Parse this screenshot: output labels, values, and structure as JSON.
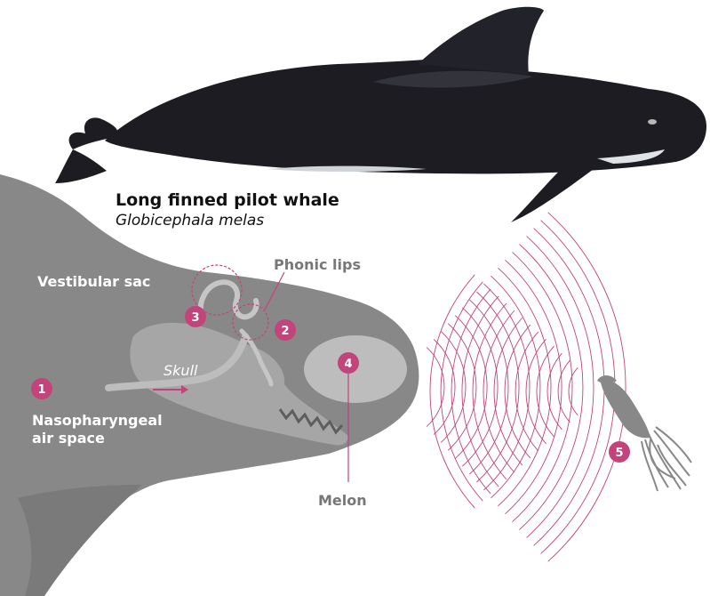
{
  "title": {
    "common_name": "Long finned pilot whale",
    "scientific_name": "Globicephala melas"
  },
  "labels": {
    "vestibular_sac": "Vestibular sac",
    "phonic_lips": "Phonic lips",
    "skull": "Skull",
    "nasopharyngeal": "Nasopharyngeal",
    "air_space": "air space",
    "melon": "Melon"
  },
  "markers": [
    "1",
    "2",
    "3",
    "4",
    "5"
  ],
  "colors": {
    "accent": "#c2447a",
    "whale_body": "#1c1c22",
    "head_section": "#888888",
    "skull": "#a6a6a6",
    "internal_light": "#bdbdbd",
    "label_text": "#777777",
    "white_label": "#ffffff"
  },
  "icons": {
    "whale": "pilot-whale-illustration",
    "squid": "squid-prey-icon",
    "waves": "sound-wave-arcs"
  }
}
